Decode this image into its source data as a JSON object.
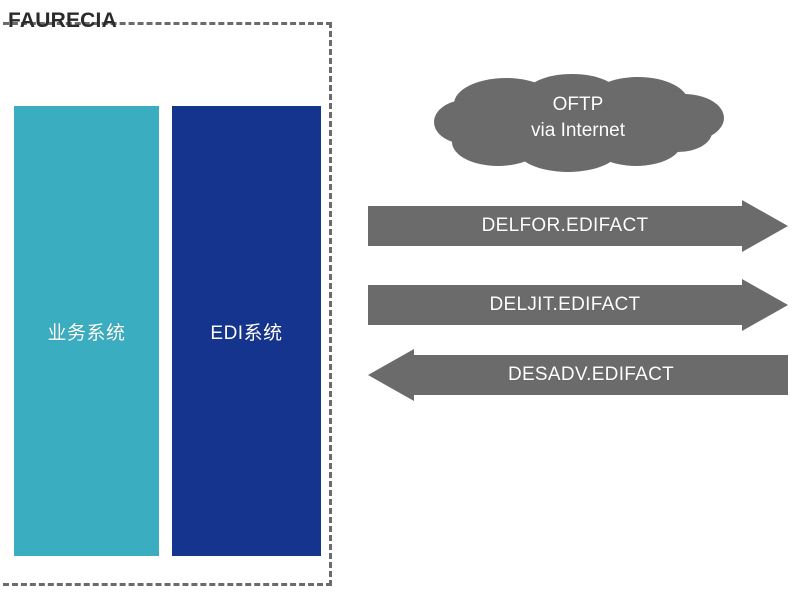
{
  "diagram": {
    "company": {
      "title": "FAURECIA",
      "boundary_style": "dashed"
    },
    "systems": [
      {
        "id": "business-system",
        "label": "业务系统",
        "color": "#3aaec0"
      },
      {
        "id": "edi-system",
        "label": "EDI系统",
        "color": "#15348d"
      }
    ],
    "network": {
      "id": "oftp-cloud",
      "line1": "OFTP",
      "line2": "via Internet",
      "color": "#6b6b6b"
    },
    "messages": [
      {
        "id": "delfor",
        "label": "DELFOR.EDIFACT",
        "direction": "right",
        "color": "#6b6b6b"
      },
      {
        "id": "deljit",
        "label": "DELJIT.EDIFACT",
        "direction": "right",
        "color": "#6b6b6b"
      },
      {
        "id": "desadv",
        "label": "DESADV.EDIFACT",
        "direction": "left",
        "color": "#6b6b6b"
      }
    ]
  }
}
